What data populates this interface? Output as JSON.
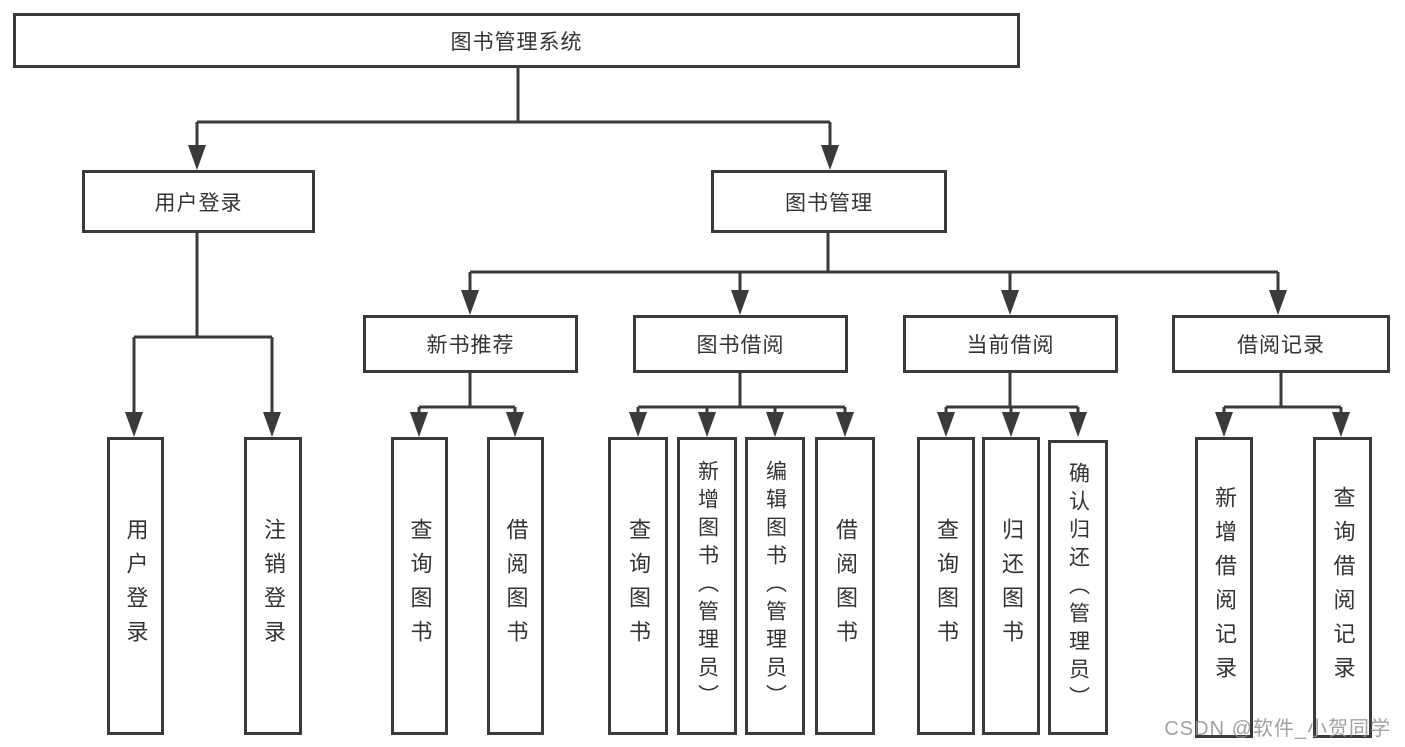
{
  "diagram": {
    "title": "图书管理系统",
    "nodes": {
      "root": "图书管理系统",
      "user_login_group": "用户登录",
      "book_mgmt_group": "图书管理",
      "new_book_rec": "新书推荐",
      "book_borrow": "图书借阅",
      "current_borrow": "当前借阅",
      "borrow_records": "借阅记录",
      "user_login": "用户登录",
      "logout": "注销登录",
      "rec_query_book": "查询图书",
      "rec_borrow_book": "借阅图书",
      "bb_query_book": "查询图书",
      "bb_add_book": "新增图书（管理员）",
      "bb_edit_book": "编辑图书（管理员）",
      "bb_borrow_book": "借阅图书",
      "cb_query_book": "查询图书",
      "cb_return_book": "归还图书",
      "cb_confirm_return": "确认归还（管理员）",
      "rec_add_record": "新增借阅记录",
      "rec_query_record": "查询借阅记录"
    },
    "line_color": "#3a3a3a",
    "box_background": "#ffffff",
    "watermark": "CSDN @软件_小贺同学"
  }
}
